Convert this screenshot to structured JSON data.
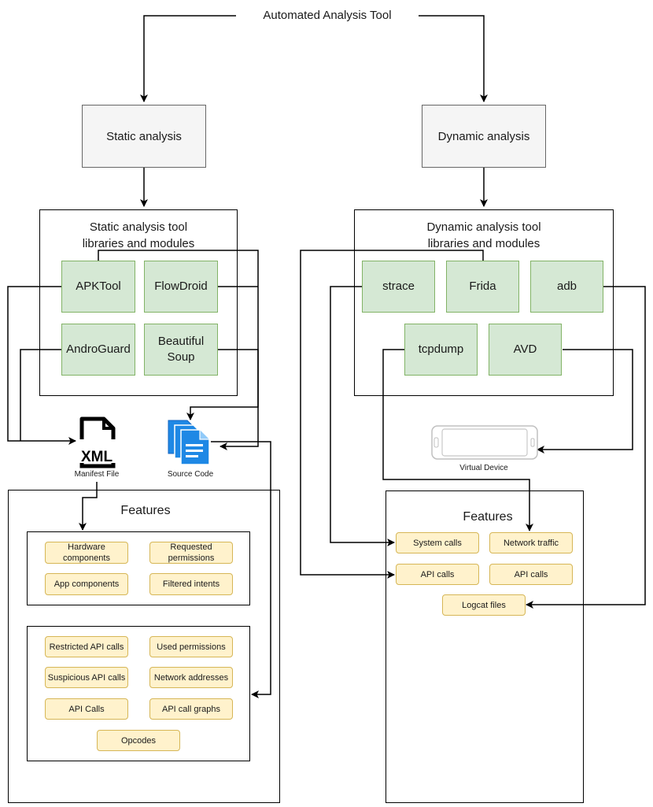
{
  "header": {
    "title": "Automated Analysis Tool"
  },
  "static": {
    "label": "Static analysis",
    "tools_title_line1": "Static analysis tool",
    "tools_title_line2": "libraries and modules",
    "tools": [
      "APKTool",
      "FlowDroid",
      "AndroGuard",
      "Beautiful Soup"
    ]
  },
  "dynamic": {
    "label": "Dynamic analysis",
    "tools_title_line1": "Dynamic analysis tool",
    "tools_title_line2": "libraries and modules",
    "tools": [
      "strace",
      "Frida",
      "adb",
      "tcpdump",
      "AVD"
    ]
  },
  "artifacts": {
    "manifest_icon_text": "XML",
    "manifest_label": "Manifest File",
    "source_label": "Source Code",
    "device_label": "Virtual Device"
  },
  "static_features": {
    "title": "Features",
    "group1": [
      "Hardware components",
      "Requested permissions",
      "App components",
      "Filtered intents"
    ],
    "group2": [
      "Restricted API calls",
      "Used permissions",
      "Suspicious API calls",
      "Network addresses",
      "API Calls",
      "API call graphs",
      "Opcodes"
    ]
  },
  "dynamic_features": {
    "title": "Features",
    "items": [
      "System calls",
      "Network traffic",
      "API calls",
      "API calls",
      "Logcat files"
    ]
  },
  "colors": {
    "gray_fill": "#f5f5f5",
    "green_fill": "#d5e8d4",
    "green_stroke": "#82b366",
    "yellow_fill": "#fff2cc",
    "yellow_stroke": "#d6b656",
    "source_icon": "#1e88e5"
  }
}
